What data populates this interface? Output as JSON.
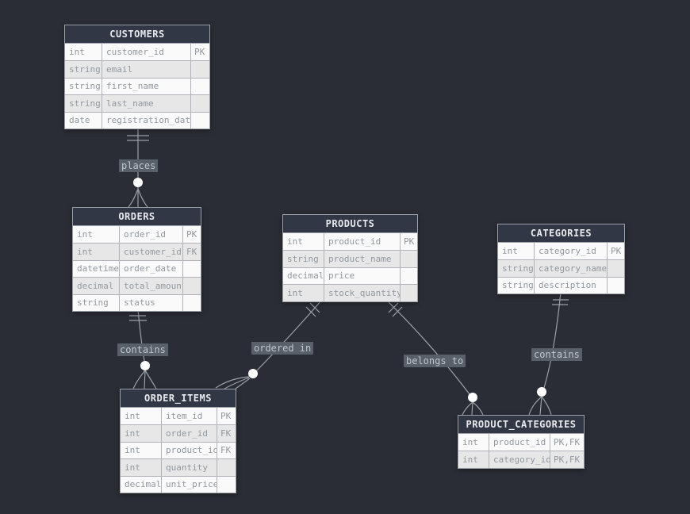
{
  "diagram": {
    "tables": [
      {
        "name": "CUSTOMERS",
        "columns": [
          {
            "type": "int",
            "name": "customer_id",
            "key": "PK"
          },
          {
            "type": "string",
            "name": "email",
            "key": ""
          },
          {
            "type": "string",
            "name": "first_name",
            "key": ""
          },
          {
            "type": "string",
            "name": "last_name",
            "key": ""
          },
          {
            "type": "date",
            "name": "registration_date",
            "key": ""
          }
        ]
      },
      {
        "name": "ORDERS",
        "columns": [
          {
            "type": "int",
            "name": "order_id",
            "key": "PK"
          },
          {
            "type": "int",
            "name": "customer_id",
            "key": "FK"
          },
          {
            "type": "datetime",
            "name": "order_date",
            "key": ""
          },
          {
            "type": "decimal",
            "name": "total_amount",
            "key": ""
          },
          {
            "type": "string",
            "name": "status",
            "key": ""
          }
        ]
      },
      {
        "name": "PRODUCTS",
        "columns": [
          {
            "type": "int",
            "name": "product_id",
            "key": "PK"
          },
          {
            "type": "string",
            "name": "product_name",
            "key": ""
          },
          {
            "type": "decimal",
            "name": "price",
            "key": ""
          },
          {
            "type": "int",
            "name": "stock_quantity",
            "key": ""
          }
        ]
      },
      {
        "name": "CATEGORIES",
        "columns": [
          {
            "type": "int",
            "name": "category_id",
            "key": "PK"
          },
          {
            "type": "string",
            "name": "category_name",
            "key": ""
          },
          {
            "type": "string",
            "name": "description",
            "key": ""
          }
        ]
      },
      {
        "name": "ORDER_ITEMS",
        "columns": [
          {
            "type": "int",
            "name": "item_id",
            "key": "PK"
          },
          {
            "type": "int",
            "name": "order_id",
            "key": "FK"
          },
          {
            "type": "int",
            "name": "product_id",
            "key": "FK"
          },
          {
            "type": "int",
            "name": "quantity",
            "key": ""
          },
          {
            "type": "decimal",
            "name": "unit_price",
            "key": ""
          }
        ]
      },
      {
        "name": "PRODUCT_CATEGORIES",
        "columns": [
          {
            "type": "int",
            "name": "product_id",
            "key": "PK,FK"
          },
          {
            "type": "int",
            "name": "category_id",
            "key": "PK,FK"
          }
        ]
      }
    ],
    "relationships": [
      {
        "label": "places",
        "from": "CUSTOMERS",
        "to": "ORDERS",
        "from_cardinality": "one",
        "to_cardinality": "zero-or-many"
      },
      {
        "label": "contains",
        "from": "ORDERS",
        "to": "ORDER_ITEMS",
        "from_cardinality": "one",
        "to_cardinality": "zero-or-many"
      },
      {
        "label": "ordered in",
        "from": "PRODUCTS",
        "to": "ORDER_ITEMS",
        "from_cardinality": "one",
        "to_cardinality": "zero-or-many"
      },
      {
        "label": "belongs to",
        "from": "PRODUCTS",
        "to": "PRODUCT_CATEGORIES",
        "from_cardinality": "one",
        "to_cardinality": "zero-or-many"
      },
      {
        "label": "contains",
        "from": "CATEGORIES",
        "to": "PRODUCT_CATEGORIES",
        "from_cardinality": "one",
        "to_cardinality": "zero-or-many"
      }
    ],
    "colors": {
      "canvas_bg": "#2a2d35",
      "table_header_bg": "#313744",
      "table_header_text": "#e8eaed",
      "row_bg": "#fafafa",
      "row_alt_bg": "#e7e7e7",
      "cell_text": "#9298a0",
      "grid_border": "#b0b3b7",
      "table_border": "#9aa0a8",
      "connector": "#9aa0a8",
      "circle_fill": "#ffffff",
      "label_text": "#c0c6cc",
      "label_bg": "#596069"
    }
  }
}
